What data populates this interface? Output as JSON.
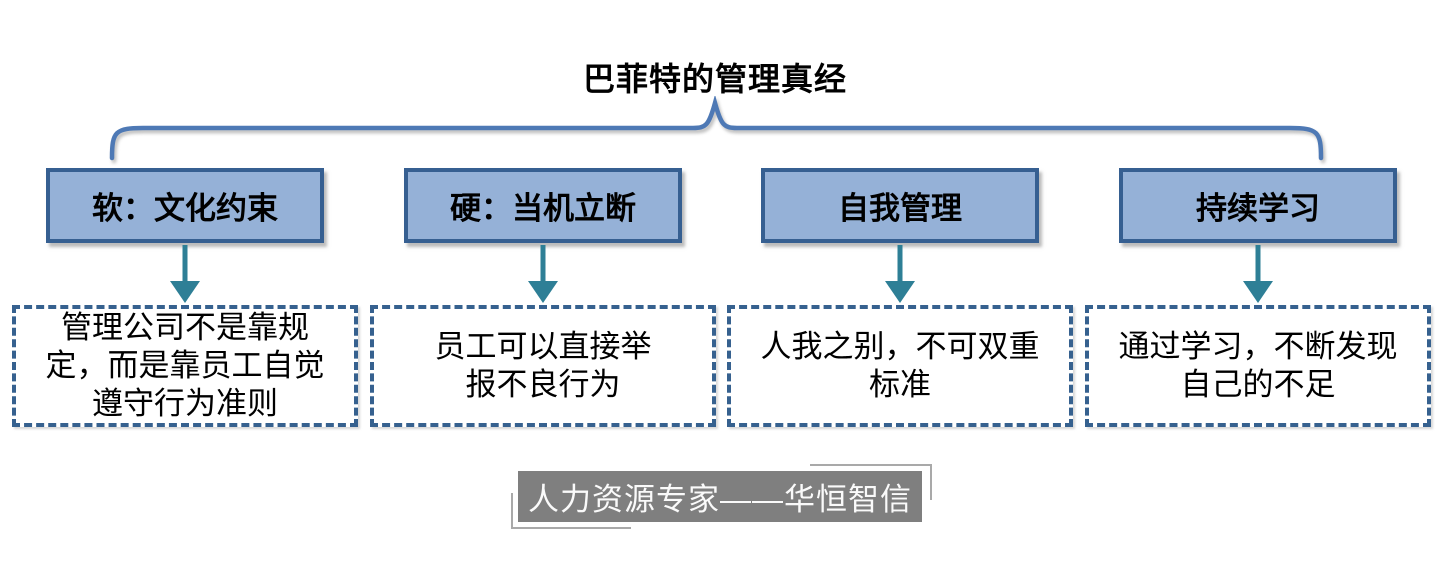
{
  "title": "巴菲特的管理真经",
  "branches": [
    {
      "label": "软：文化约束",
      "detail": "管理公司不是靠规\n定，而是靠员工自觉\n遵守行为准则"
    },
    {
      "label": "硬：当机立断",
      "detail": "员工可以直接举\n报不良行为"
    },
    {
      "label": "自我管理",
      "detail": "人我之别，不可双重\n标准"
    },
    {
      "label": "持续学习",
      "detail": "通过学习，不断发现\n自己的不足"
    }
  ],
  "footer": {
    "banner": "人力资源专家——华恒智信"
  },
  "colors": {
    "header_fill": "#95b1d7",
    "header_border": "#365f91",
    "dashed_border": "#36618f",
    "brace": "#4e79b5",
    "arrow": "#2e7f96",
    "banner_bg": "#7f7f7f",
    "banner_text": "#fafafa",
    "banner_corner": "#a9a9a9"
  }
}
